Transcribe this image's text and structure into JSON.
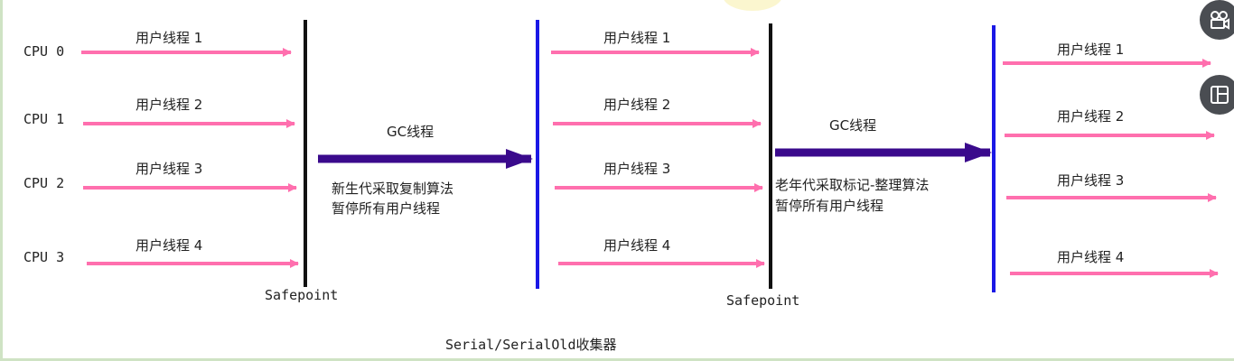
{
  "cpu_labels": [
    "CPU 0",
    "CPU 1",
    "CPU 2",
    "CPU 3"
  ],
  "thread_labels": [
    "用户线程 1",
    "用户线程 2",
    "用户线程 3",
    "用户线程 4"
  ],
  "safepoint_label": "Safepoint",
  "gc1": {
    "title": "GC线程",
    "line1": "新生代采取复制算法",
    "line2": "暂停所有用户线程"
  },
  "gc2": {
    "title": "GC线程",
    "line1": "老年代采取标记-整理算法",
    "line2": "暂停所有用户线程"
  },
  "caption": "Serial/SerialOld收集器",
  "colors": {
    "thread_arrow": "#ff6fae",
    "gc_arrow": "#3a0a8c",
    "safepoint_line": "#111111",
    "resume_line": "#1a18e6"
  },
  "icons": {
    "fab_top": "camera-icon",
    "fab_bottom": "layout-icon"
  }
}
